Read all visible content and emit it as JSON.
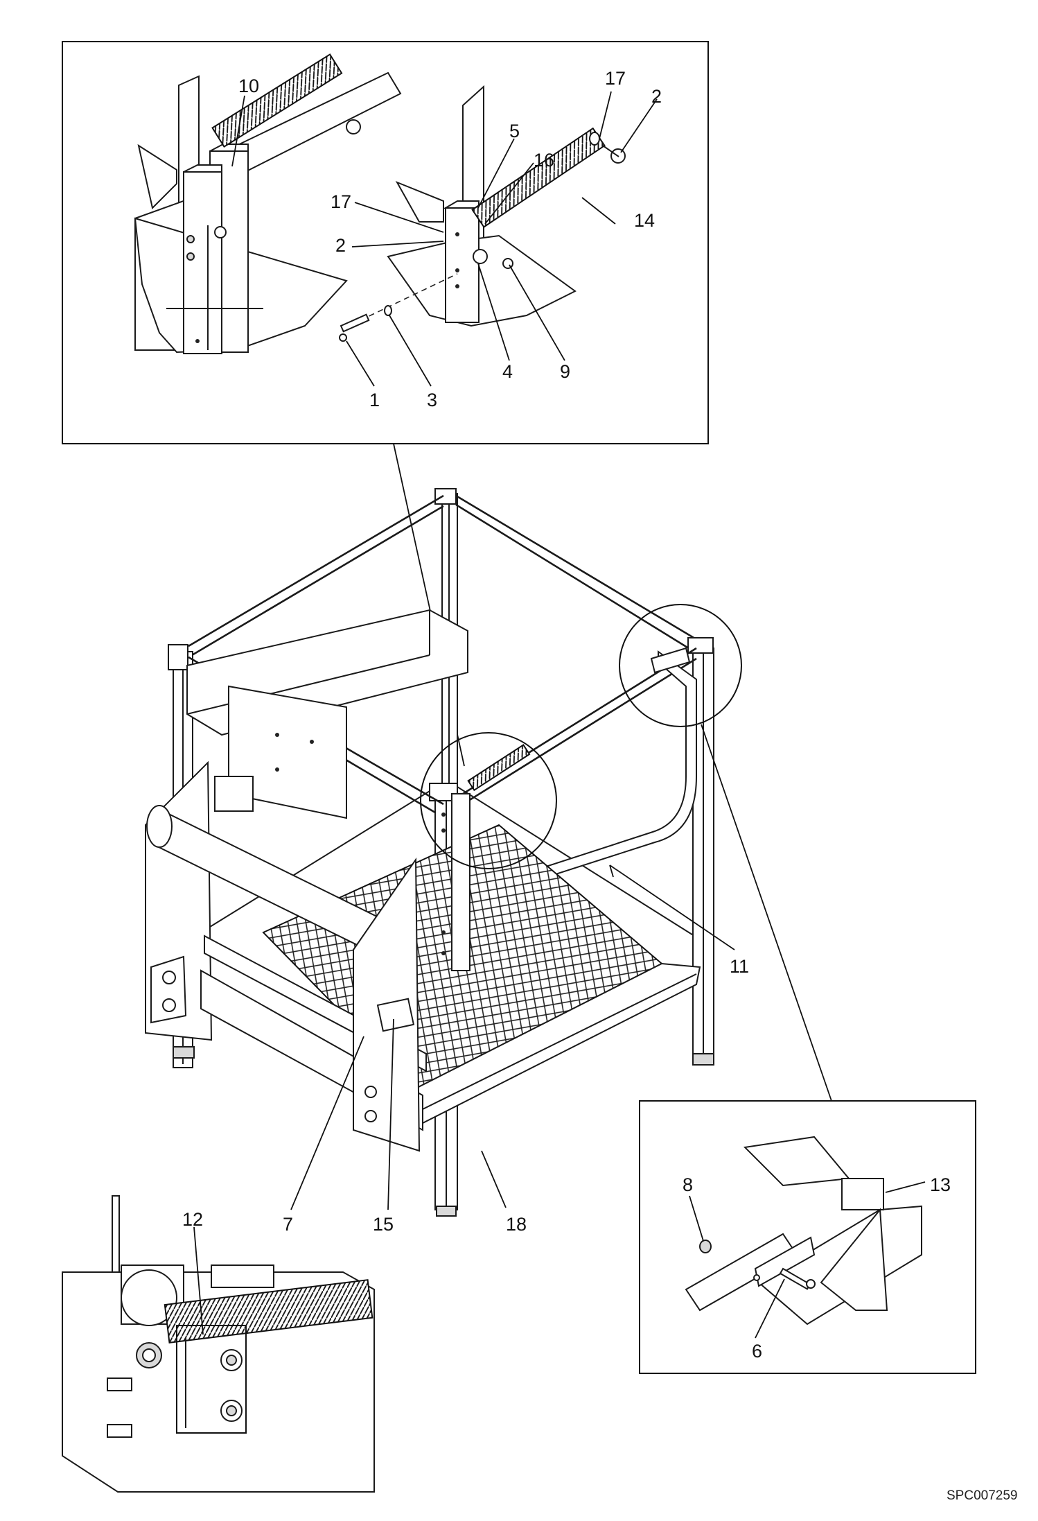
{
  "drawing_id": "SPC007259",
  "callouts": {
    "c1": "1",
    "c2a": "2",
    "c2b": "2",
    "c3": "3",
    "c4": "4",
    "c5": "5",
    "c6": "6",
    "c7": "7",
    "c8": "8",
    "c9": "9",
    "c10": "10",
    "c11": "11",
    "c12": "12",
    "c13": "13",
    "c14": "14",
    "c15": "15",
    "c16": "16",
    "c17a": "17",
    "c17b": "17",
    "c18": "18"
  }
}
